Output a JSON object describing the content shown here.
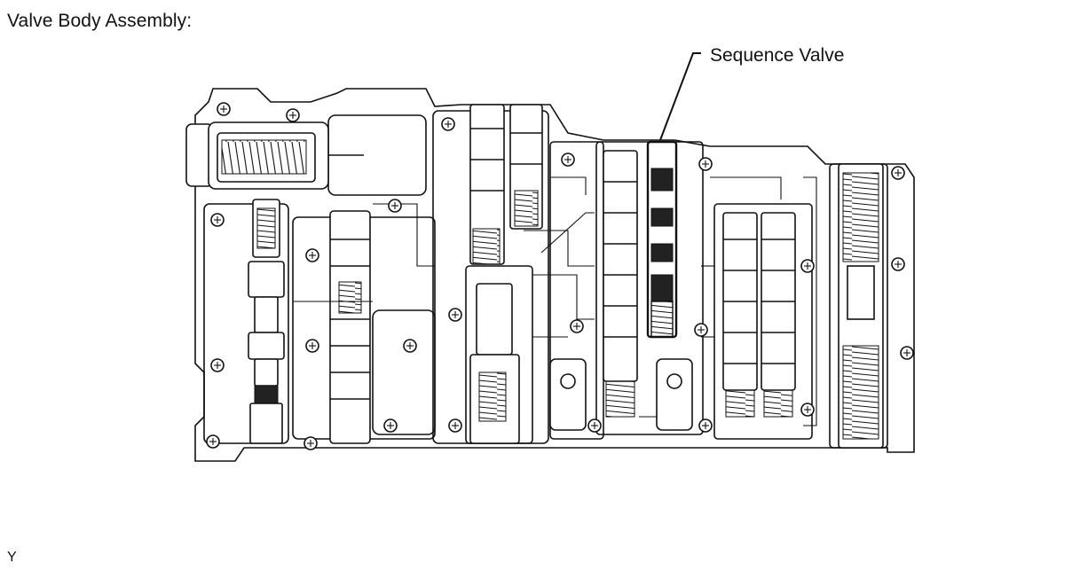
{
  "header": {
    "title": "Valve Body Assembly:"
  },
  "callouts": [
    {
      "label": "Sequence Valve"
    }
  ],
  "footer": {
    "code": "Y"
  }
}
